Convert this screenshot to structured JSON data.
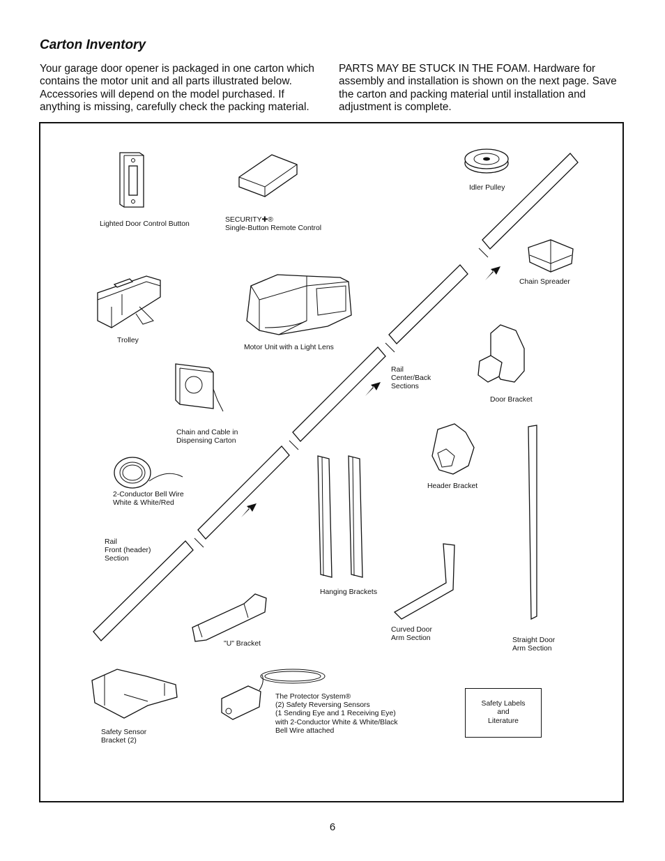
{
  "page": {
    "title": "Carton Inventory",
    "intro_left": "Your garage door opener is packaged in one carton which contains the motor unit and all parts illustrated below. Accessories will depend on the model purchased. If anything is missing, carefully check the packing material.",
    "intro_right": "PARTS MAY BE STUCK IN THE FOAM. Hardware for assembly and installation is shown on the next page. Save the carton and packing material until installation and adjustment is complete.",
    "page_number": "6"
  },
  "labels": {
    "door_control": "Lighted Door Control Button",
    "remote_line1": "SECURITY✚®",
    "remote_line2": "Single-Button Remote Control",
    "idler_pulley": "Idler Pulley",
    "chain_spreader": "Chain Spreader",
    "trolley": "Trolley",
    "motor_unit": "Motor Unit with a Light Lens",
    "rail_center_line1": "Rail",
    "rail_center_line2": "Center/Back",
    "rail_center_line3": "Sections",
    "door_bracket": "Door Bracket",
    "chain_cable_line1": "Chain and Cable in",
    "chain_cable_line2": "Dispensing Carton",
    "bell_wire_line1": "2-Conductor Bell Wire",
    "bell_wire_line2": "White & White/Red",
    "header_bracket": "Header Bracket",
    "rail_front_line1": "Rail",
    "rail_front_line2": "Front (header)",
    "rail_front_line3": "Section",
    "hanging_brackets": "Hanging Brackets",
    "u_bracket": "\"U\" Bracket",
    "curved_arm_line1": "Curved Door",
    "curved_arm_line2": "Arm Section",
    "straight_arm_line1": "Straight Door",
    "straight_arm_line2": "Arm Section",
    "protector_line1": "The Protector System®",
    "protector_line2": "(2) Safety Reversing Sensors",
    "protector_line3": "(1 Sending Eye and 1 Receiving Eye)",
    "protector_line4": "with 2-Conductor White & White/Black",
    "protector_line5": "Bell Wire attached",
    "sensor_bracket_line1": "Safety Sensor",
    "sensor_bracket_line2": "Bracket (2)",
    "safety_labels_line1": "Safety Labels",
    "safety_labels_line2": "and",
    "safety_labels_line3": "Literature"
  }
}
